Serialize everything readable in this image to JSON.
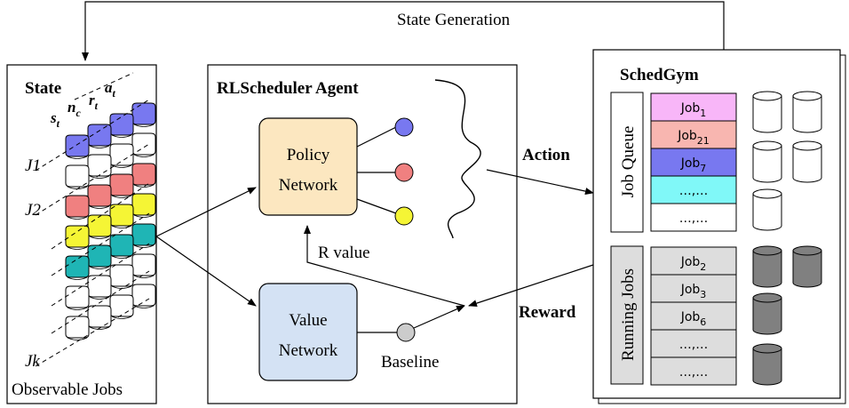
{
  "top_label": "State Generation",
  "state_panel": {
    "title": "State",
    "feature_labels": [
      "s",
      "n",
      "r",
      "a"
    ],
    "feature_subs": [
      "t",
      "c",
      "t",
      "t"
    ],
    "row_labels": [
      "J1",
      "J2",
      "Jk"
    ],
    "footer": "Observable Jobs",
    "colors": {
      "blue": "#7878f0",
      "red": "#f08080",
      "yellow": "#f5f535",
      "teal": "#1fb5b5",
      "white": "#ffffff"
    }
  },
  "agent_panel": {
    "title": "RLScheduler Agent",
    "policy_network": [
      "Policy",
      "Network"
    ],
    "value_network": [
      "Value",
      "Network"
    ],
    "r_value_label": "R value",
    "baseline_label": "Baseline",
    "policy_color": "#fce7c0",
    "value_color": "#d4e2f4",
    "output_colors": [
      "#7878f0",
      "#f08080",
      "#f5f535"
    ],
    "baseline_color": "#cccccc"
  },
  "action_label": "Action",
  "reward_label": "Reward",
  "gym_panel": {
    "title": "SchedGym",
    "job_queue_label": "Job Queue",
    "running_jobs_label": "Running Jobs",
    "queue_jobs": [
      {
        "name": "Job",
        "sub": "1",
        "color": "#f8b6f8"
      },
      {
        "name": "Job",
        "sub": "21",
        "color": "#f8b6b0"
      },
      {
        "name": "Job",
        "sub": "7",
        "color": "#7878f0"
      },
      {
        "name": "…,…",
        "sub": "",
        "color": "#80f8f8"
      },
      {
        "name": "…,…",
        "sub": "",
        "color": "#ffffff"
      }
    ],
    "running_jobs": [
      {
        "name": "Job",
        "sub": "2"
      },
      {
        "name": "Job",
        "sub": "3"
      },
      {
        "name": "Job",
        "sub": "6"
      },
      {
        "name": "…,…",
        "sub": ""
      },
      {
        "name": "…,…",
        "sub": ""
      }
    ],
    "running_color": "#dddddd",
    "busy_node_color": "#808080",
    "free_node_color": "#ffffff"
  }
}
